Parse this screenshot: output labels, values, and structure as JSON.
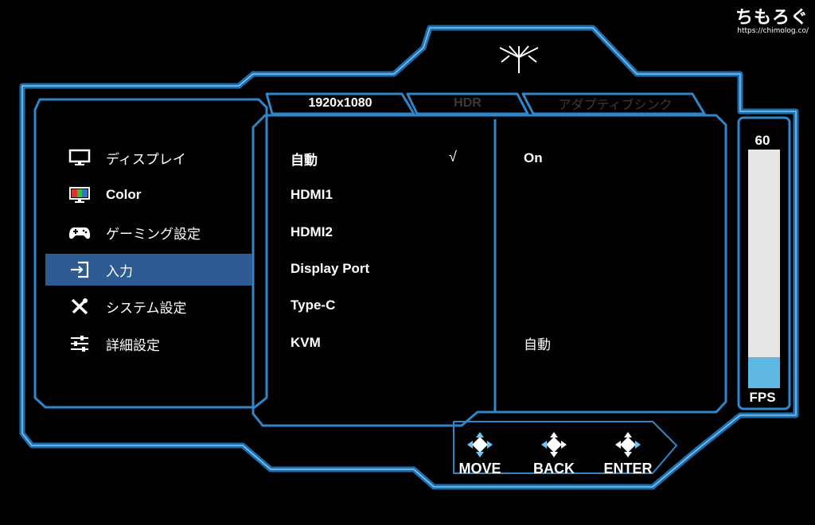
{
  "watermark": {
    "brand": "ちもろぐ",
    "url": "https://chimolog.co/"
  },
  "tabs": [
    {
      "label": "1920x1080",
      "state": "active"
    },
    {
      "label": "HDR",
      "state": "inactive"
    },
    {
      "label": "アダプティブシンク",
      "state": "inactive"
    }
  ],
  "sidebar": {
    "items": [
      {
        "label": "ディスプレイ",
        "icon": "monitor-icon",
        "selected": false
      },
      {
        "label": "Color",
        "icon": "color-icon",
        "selected": false
      },
      {
        "label": "ゲーミング設定",
        "icon": "gamepad-icon",
        "selected": false
      },
      {
        "label": "入力",
        "icon": "input-icon",
        "selected": true
      },
      {
        "label": "システム設定",
        "icon": "tools-icon",
        "selected": false
      },
      {
        "label": "詳細設定",
        "icon": "sliders-icon",
        "selected": false
      }
    ]
  },
  "inputs": {
    "items": [
      {
        "label": "自動",
        "checked": true
      },
      {
        "label": "HDMI1",
        "checked": false
      },
      {
        "label": "HDMI2",
        "checked": false
      },
      {
        "label": "Display Port",
        "checked": false
      },
      {
        "label": "Type-C",
        "checked": false
      },
      {
        "label": "KVM",
        "checked": false
      }
    ],
    "check_mark": "√"
  },
  "values": {
    "auto": "On",
    "kvm": "自動"
  },
  "fps": {
    "value": "60",
    "label": "FPS",
    "fill_fraction": 0.13
  },
  "nav": [
    {
      "label": "MOVE",
      "icon": "dpad-move-icon"
    },
    {
      "label": "BACK",
      "icon": "dpad-back-icon"
    },
    {
      "label": "ENTER",
      "icon": "dpad-enter-icon"
    }
  ],
  "colors": {
    "frame": "#2f86c8",
    "frame_light": "#6fc0ee",
    "selected": "#2e5b94",
    "accent": "#5eb7e0"
  }
}
